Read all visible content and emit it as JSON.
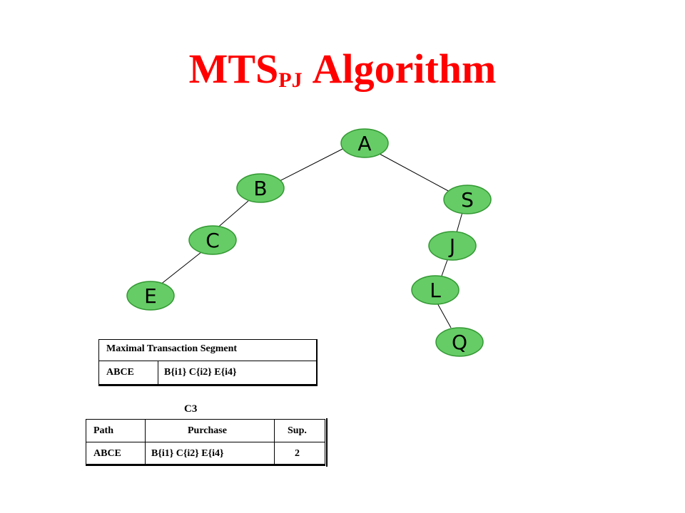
{
  "title": {
    "main": "MTS",
    "sub": "PJ",
    "rest": "Algorithm"
  },
  "tree": {
    "nodes": [
      "A",
      "B",
      "S",
      "C",
      "J",
      "E",
      "L",
      "Q"
    ],
    "edges": [
      [
        "A",
        "B"
      ],
      [
        "A",
        "S"
      ],
      [
        "B",
        "C"
      ],
      [
        "C",
        "E"
      ],
      [
        "S",
        "J"
      ],
      [
        "J",
        "L"
      ],
      [
        "L",
        "Q"
      ]
    ]
  },
  "mts_table": {
    "header": "Maximal Transaction Segment",
    "path": "ABCE",
    "purchase": "B{i1} C{i2} E{i4}"
  },
  "c3_table": {
    "label": "C3",
    "headers": [
      "Path",
      "Purchase",
      "Sup."
    ],
    "row": [
      "ABCE",
      "B{i1} C{i2} E{i4}",
      "2"
    ]
  },
  "colors": {
    "title": "#ff0000",
    "node_fill": "#66cc66",
    "node_stroke": "#339933"
  }
}
